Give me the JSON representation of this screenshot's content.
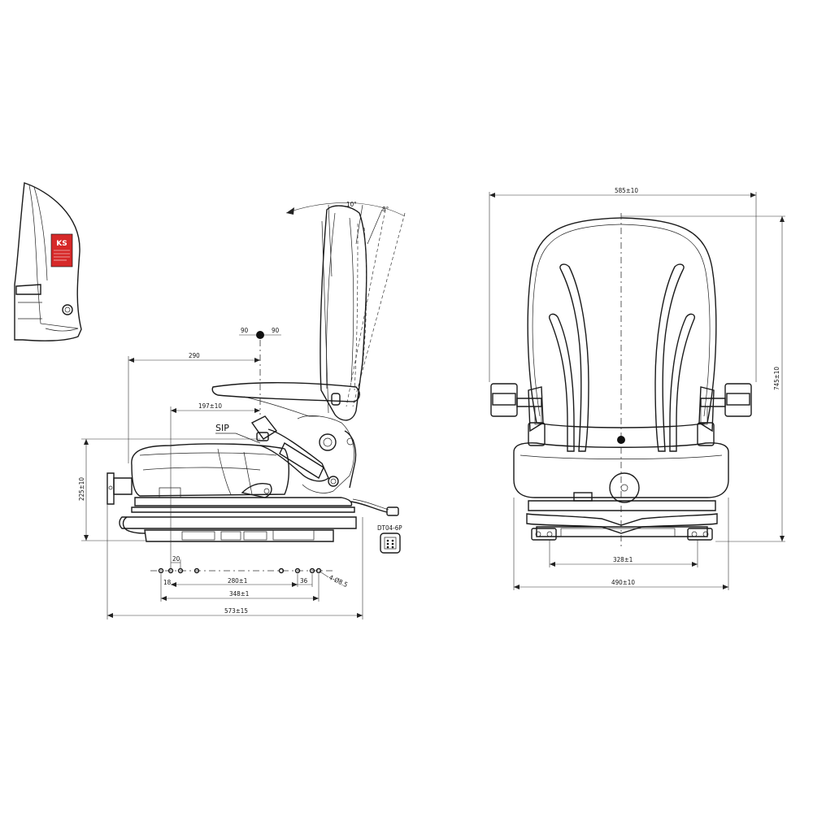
{
  "colors": {
    "line": "#1a1a1a",
    "label_red": "#d62828",
    "background": "#ffffff"
  },
  "label_badge": {
    "logo": "KS"
  },
  "side_view": {
    "angle_back": "10°",
    "angle_tilt": "8°",
    "armrest_left": "90",
    "armrest_right": "90",
    "dim_armrest_depth": "290",
    "dim_sip": "197±10",
    "sip_label": "SIP",
    "dim_height": "225±10",
    "dim_overall_depth": "573±15",
    "dim_20": "20",
    "dim_18": "18",
    "dim_280": "280±1",
    "dim_36": "36",
    "dim_348": "348±1",
    "dim_holes": "4-Ø8.5",
    "connector": "DT04-6P"
  },
  "front_view": {
    "dim_width_top": "585±10",
    "dim_height_total": "745±10",
    "dim_328": "328±1",
    "dim_490": "490±10"
  }
}
